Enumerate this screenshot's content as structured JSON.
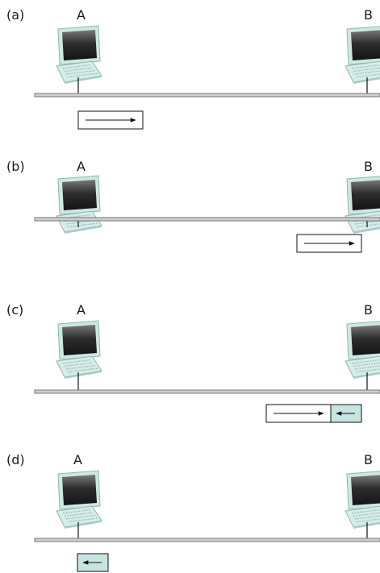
{
  "panels": [
    {
      "id": "a",
      "label": "(a)",
      "node_a_label": "A",
      "node_b_label": "B",
      "frames": [
        {
          "kind": "data",
          "direction": "right"
        }
      ]
    },
    {
      "id": "b",
      "label": "(b)",
      "node_a_label": "A",
      "node_b_label": "B",
      "frames": [
        {
          "kind": "data",
          "direction": "right"
        }
      ]
    },
    {
      "id": "c",
      "label": "(c)",
      "node_a_label": "A",
      "node_b_label": "B",
      "frames": [
        {
          "kind": "data",
          "direction": "right"
        },
        {
          "kind": "ack",
          "direction": "left"
        }
      ]
    },
    {
      "id": "d",
      "label": "(d)",
      "node_a_label": "A",
      "node_b_label": "B",
      "frames": [
        {
          "kind": "ack",
          "direction": "left"
        }
      ]
    }
  ],
  "colors": {
    "ack_fill": "#c8e4e0",
    "data_fill": "#ffffff",
    "bus": "#888888",
    "computer_body": "#c9e3df",
    "computer_screen": "#333333"
  },
  "icons": {
    "computer": "laptop-computer-icon"
  }
}
